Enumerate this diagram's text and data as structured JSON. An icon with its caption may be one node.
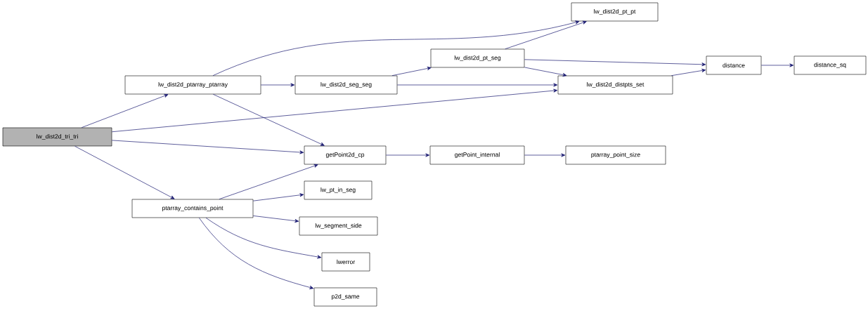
{
  "diagram": {
    "nodes": [
      {
        "text": [
          "lw_dist2d_tri_tri"
        ]
      },
      {
        "text": [
          "lw_dist2d_ptarray_ptarray"
        ]
      },
      {
        "text": [
          "lw_dist2d_seg_seg"
        ]
      },
      {
        "text": [
          "lw_dist2d_pt_seg"
        ]
      },
      {
        "text": [
          "lw_dist2d_pt_pt"
        ]
      },
      {
        "text": [
          "lw_dist2d_distpts_set"
        ]
      },
      {
        "text": [
          "distance"
        ]
      },
      {
        "text": [
          "distance_sq"
        ]
      },
      {
        "text": [
          "getPoint2d_cp"
        ]
      },
      {
        "text": [
          "getPoint_internal"
        ]
      },
      {
        "text": [
          "ptarray_point_size"
        ]
      },
      {
        "text": [
          "ptarray_contains_point"
        ]
      },
      {
        "text": [
          "lw_pt_in_seg"
        ]
      },
      {
        "text": [
          "lw_segment_side"
        ]
      },
      {
        "text": [
          "lwerror"
        ]
      },
      {
        "text": [
          "p2d_same"
        ]
      }
    ],
    "edges": [
      {
        "from": 0,
        "to": 1,
        "arrow": "to"
      },
      {
        "from": 0,
        "to": 5,
        "arrow": "to"
      },
      {
        "from": 0,
        "to": 8,
        "arrow": "to"
      },
      {
        "from": 0,
        "to": 11,
        "arrow": "to"
      },
      {
        "from": 1,
        "to": 4,
        "arrow": "to"
      },
      {
        "from": 1,
        "to": 2,
        "arrow": "to"
      },
      {
        "from": 1,
        "to": 8,
        "arrow": "to"
      },
      {
        "from": 2,
        "to": 3,
        "arrow": "to"
      },
      {
        "from": 2,
        "to": 5,
        "arrow": "to"
      },
      {
        "from": 3,
        "to": 4,
        "arrow": "to"
      },
      {
        "from": 3,
        "to": 6,
        "arrow": "to"
      },
      {
        "from": 3,
        "to": 5,
        "arrow": "to"
      },
      {
        "from": 5,
        "to": 6,
        "arrow": "to"
      },
      {
        "from": 6,
        "to": 7,
        "arrow": "to"
      },
      {
        "from": 8,
        "to": 9,
        "arrow": "to"
      },
      {
        "from": 9,
        "to": 10,
        "arrow": "to"
      },
      {
        "from": 11,
        "to": 8,
        "arrow": "to"
      },
      {
        "from": 11,
        "to": 12,
        "arrow": "to"
      },
      {
        "from": 11,
        "to": 13,
        "arrow": "to"
      },
      {
        "from": 11,
        "to": 14,
        "arrow": "to"
      },
      {
        "from": 11,
        "to": 15,
        "arrow": "to"
      }
    ]
  }
}
